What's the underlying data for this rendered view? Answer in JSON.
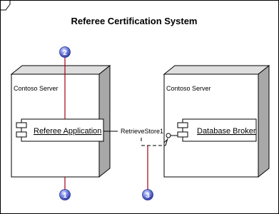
{
  "frame": {
    "title": "Referee Certification System"
  },
  "nodes": [
    {
      "id": "node-left",
      "label": "Contoso Server",
      "component": {
        "label": "Referee Application"
      }
    },
    {
      "id": "node-right",
      "label": "Contoso Server",
      "component": {
        "label": "Database Broker"
      }
    }
  ],
  "connector": {
    "label": "RetrieveStore1"
  },
  "callouts": [
    {
      "number": "1"
    },
    {
      "number": "2"
    },
    {
      "number": "3"
    }
  ],
  "colors": {
    "node_face": "#ffffff",
    "node_side": "#a8a8a8",
    "node_top": "#dedede",
    "callout_line": "#a3000f",
    "callout_fill": "#5b6bd1"
  }
}
